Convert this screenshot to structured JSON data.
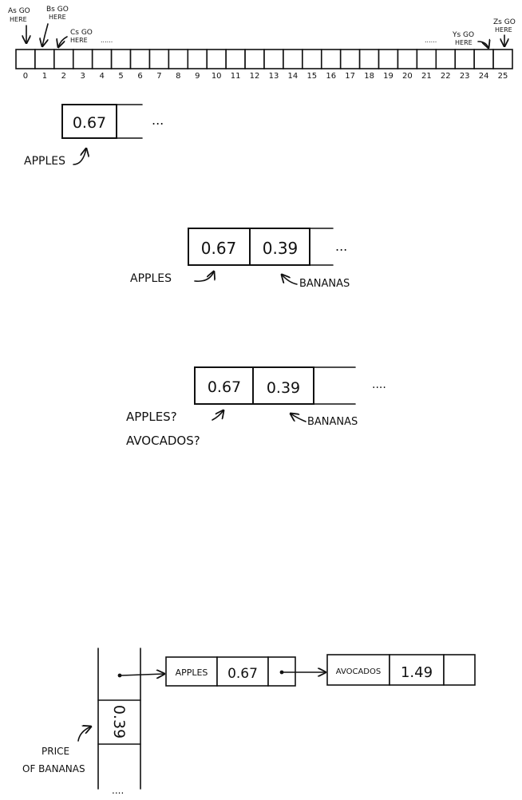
{
  "array26": {
    "indices": [
      "0",
      "1",
      "2",
      "3",
      "4",
      "5",
      "6",
      "7",
      "8",
      "9",
      "10",
      "11",
      "12",
      "13",
      "14",
      "15",
      "16",
      "17",
      "18",
      "19",
      "20",
      "21",
      "22",
      "23",
      "24",
      "25"
    ],
    "notes": {
      "a_line1": "As GO",
      "a_line2": "HERE",
      "b_line1": "Bs GO",
      "b_line2": "HERE",
      "c_line1": "Cs GO",
      "c_line2": "HERE",
      "y_line1": "Ys GO",
      "y_line2": "HERE",
      "z_line1": "Zs GO",
      "z_line2": "HERE",
      "left_dots": "......",
      "right_dots": "......"
    }
  },
  "step1": {
    "value": "0.67",
    "ellipsis": "...",
    "label": "APPLES"
  },
  "step2": {
    "values": [
      "0.67",
      "0.39"
    ],
    "ellipsis": "...",
    "label_left": "APPLES",
    "label_right": "BANANAS"
  },
  "step3": {
    "values": [
      "0.67",
      "0.39"
    ],
    "ellipsis": "....",
    "label_left_1": "APPLES?",
    "label_left_2": "AVOCADOS?",
    "label_right": "BANANAS"
  },
  "step4": {
    "price": "0.39",
    "price_label_1": "PRICE",
    "price_label_2": "OF BANANAS",
    "bottom_dots": "....",
    "node1": {
      "key": "APPLES",
      "value": "0.67"
    },
    "node2": {
      "key": "AVOCADOS",
      "value": "1.49"
    }
  }
}
